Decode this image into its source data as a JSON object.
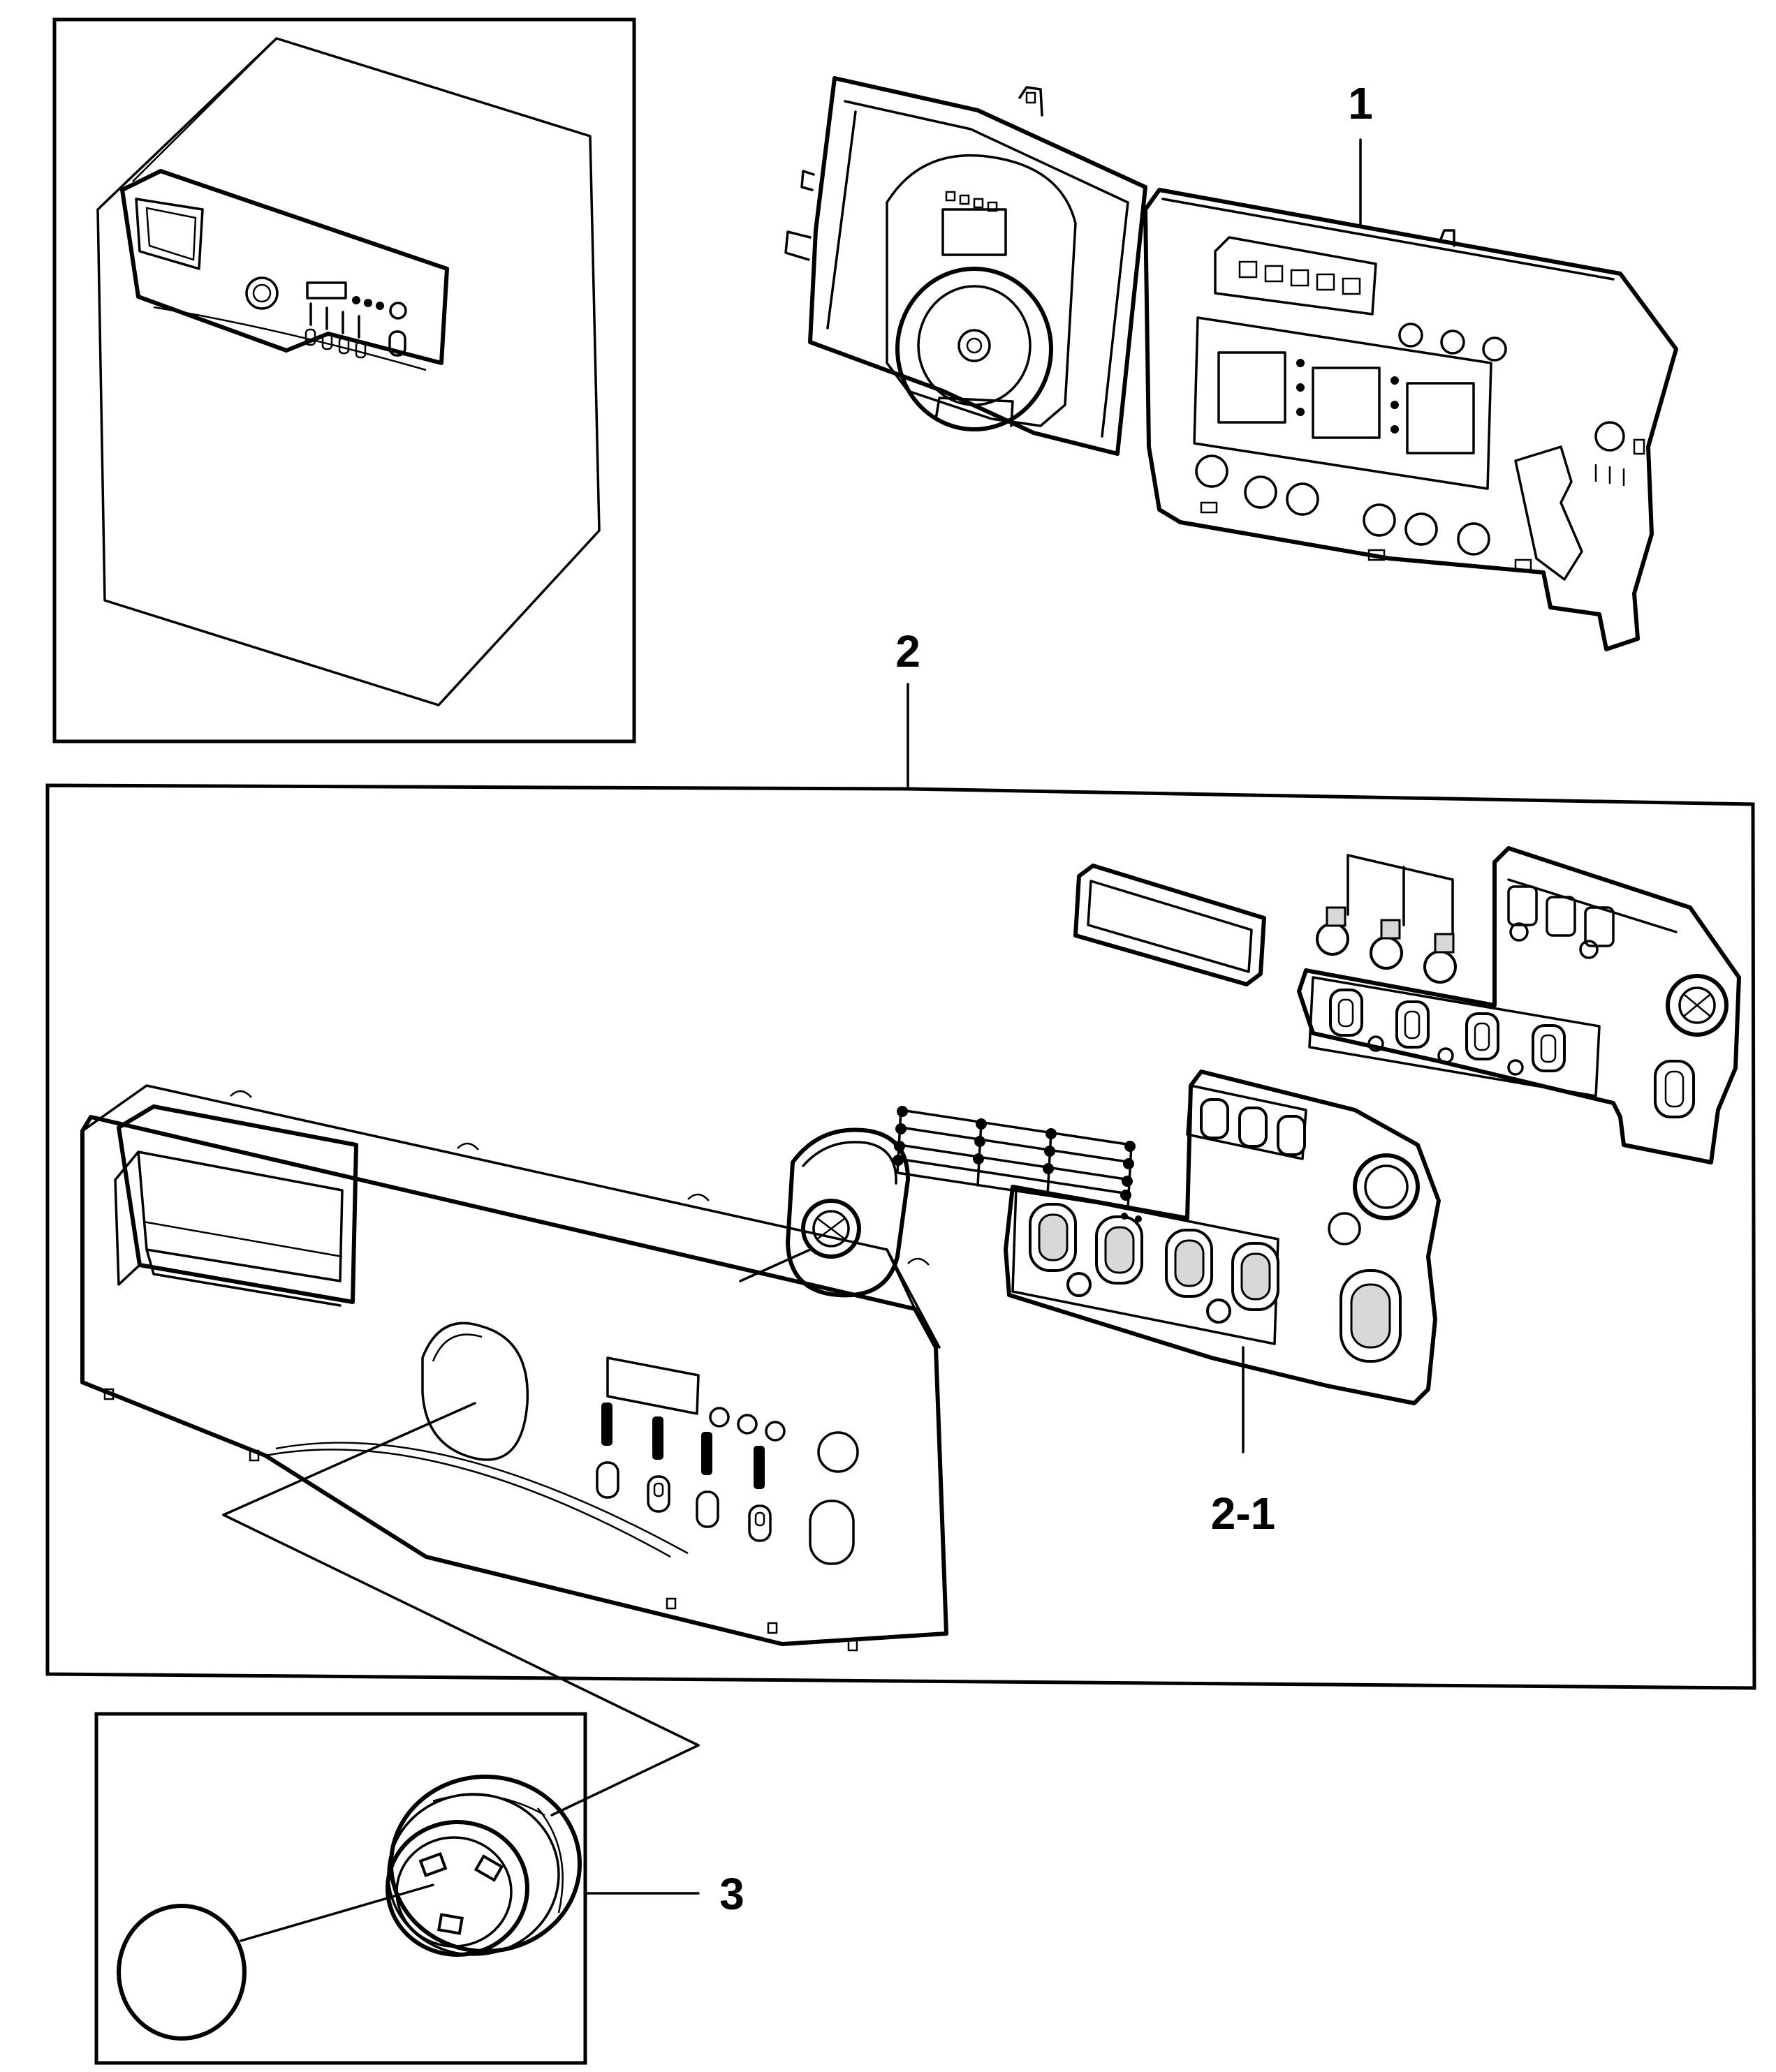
{
  "callouts": {
    "part_1": "1",
    "part_2": "2",
    "part_2_1": "2-1",
    "part_3": "3"
  }
}
